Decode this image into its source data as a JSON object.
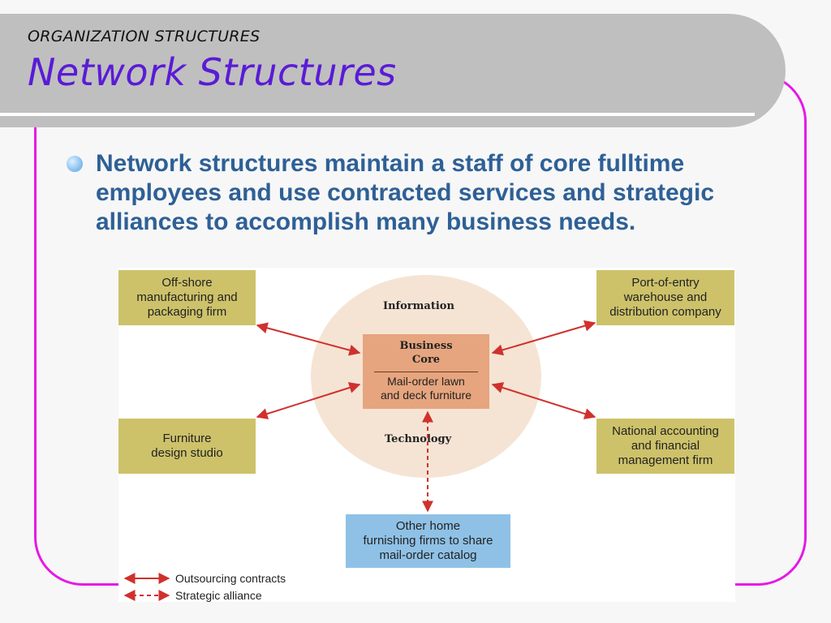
{
  "header": {
    "subtitle": "ORGANIZATION STRUCTURES",
    "title": "Network Structures"
  },
  "bullet": {
    "text": "Network structures maintain a staff of core fulltime employees and use contracted services and strategic alliances to accomplish many business needs."
  },
  "diagram": {
    "information_label": "Information",
    "technology_label": "Technology",
    "core": {
      "title": "Business\nCore",
      "description": "Mail-order lawn\nand deck furniture"
    },
    "partners": {
      "offshore": "Off-shore\nmanufacturing and\npackaging firm",
      "port_of_entry": "Port-of-entry\nwarehouse and\ndistribution company",
      "furniture_design": "Furniture\ndesign studio",
      "national_accounting": "National accounting\nand financial\nmanagement firm",
      "other_home": "Other home\nfurnishing firms to share\nmail-order catalog"
    },
    "legend": {
      "outsourcing": "Outsourcing contracts",
      "strategic": "Strategic alliance"
    }
  },
  "colors": {
    "title": "#5a1bd6",
    "bullet_text": "#2e6096",
    "frame": "#e619e6",
    "arrow": "#d0312d",
    "partner_box": "#cdc26a",
    "alliance_box": "#8fc1e6"
  }
}
